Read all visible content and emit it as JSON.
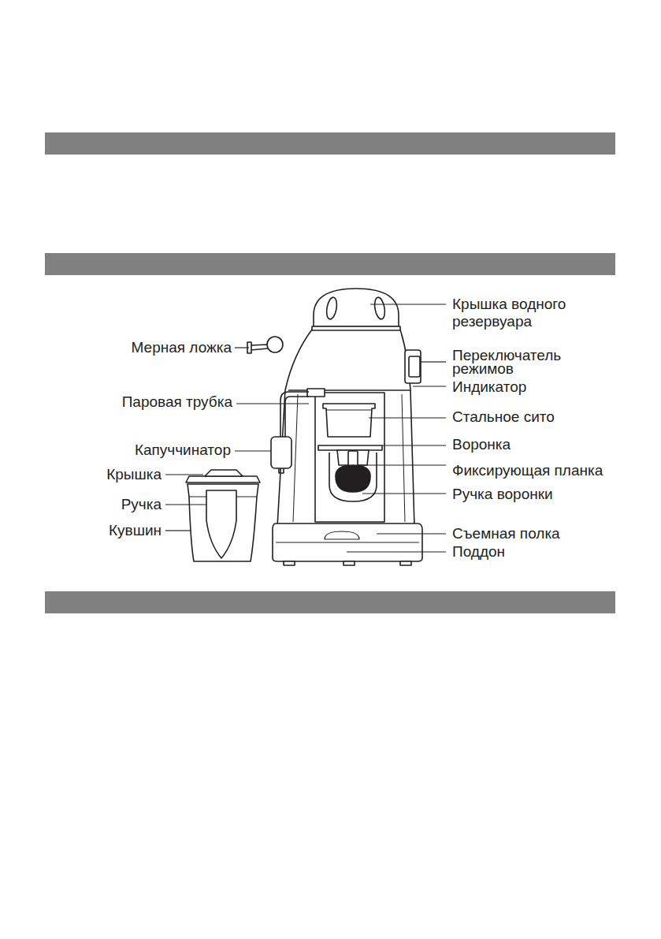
{
  "diagram": {
    "labels": [
      "Крышка водного резервуара",
      "Мерная ложка",
      "Переключатель режимов",
      "Индикатор",
      "Паровая трубка",
      "Стальное сито",
      "Капуччинатор",
      "Воронка",
      "Фиксирующая планка",
      "Крышка",
      "Ручка воронки",
      "Ручка",
      "Съемная полка",
      "Кувшин",
      "Поддон"
    ]
  }
}
